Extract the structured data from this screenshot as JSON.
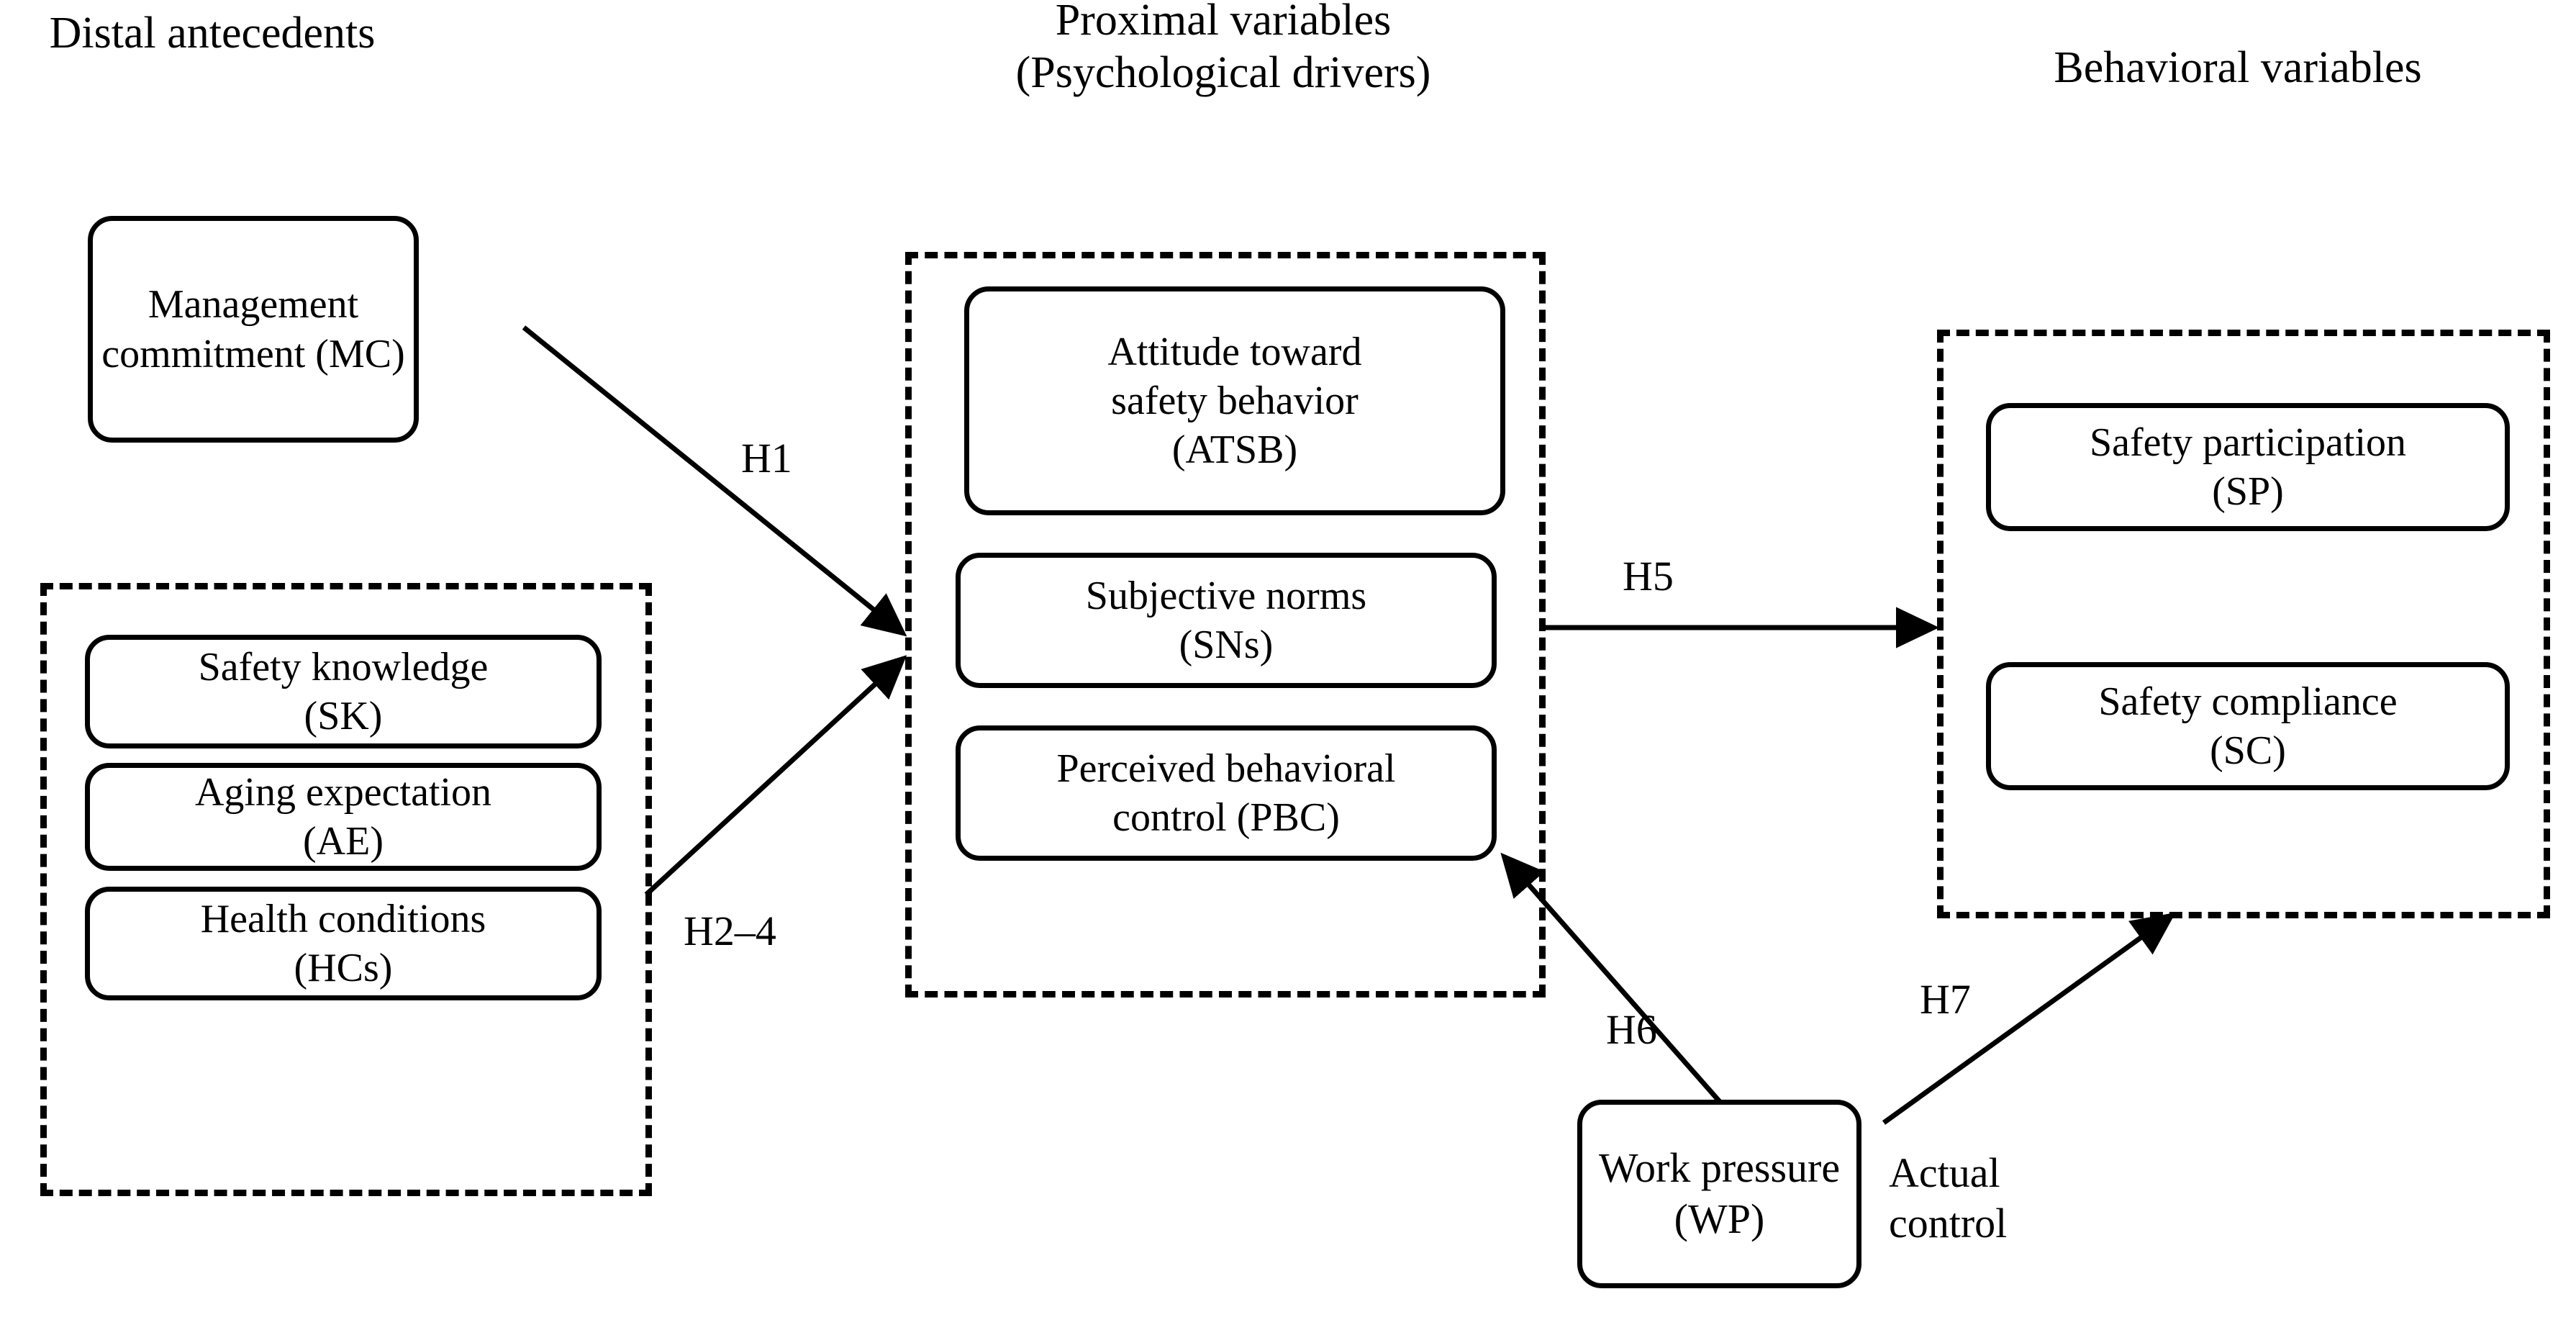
{
  "figure": {
    "type": "conceptual-research-model",
    "background": "#ffffff",
    "line_color": "#000000"
  },
  "columns": [
    {
      "key": "distal",
      "title": "Distal antecedents"
    },
    {
      "key": "proximal",
      "title": "Proximal variables\n(Psychological drivers)"
    },
    {
      "key": "behavioral",
      "title": "Behavioral variables"
    }
  ],
  "nodes": {
    "mc": {
      "label": "Management\ncommitment (MC)"
    },
    "sk": {
      "label": "Safety knowledge\n(SK)"
    },
    "ae": {
      "label": "Aging expectation\n(AE)"
    },
    "hcs": {
      "label": "Health conditions\n(HCs)"
    },
    "atsb": {
      "label": "Attitude toward\nsafety behavior\n(ATSB)"
    },
    "sns": {
      "label": "Subjective norms\n(SNs)"
    },
    "pbc": {
      "label": "Perceived behavioral\ncontrol (PBC)"
    },
    "sp": {
      "label": "Safety participation\n(SP)"
    },
    "sc": {
      "label": "Safety compliance\n(SC)"
    },
    "wp": {
      "label": "Work pressure (WP)"
    }
  },
  "annotations": {
    "actual_control": "Actual\ncontrol"
  },
  "edges": [
    {
      "id": "h1",
      "label": "H1",
      "from": "mc",
      "to": "proximal-group"
    },
    {
      "id": "h2_4",
      "label": "H2–4",
      "from": "distal-group",
      "to": "proximal-group"
    },
    {
      "id": "h5",
      "label": "H5",
      "from": "proximal-group",
      "to": "behavioral-group"
    },
    {
      "id": "h6",
      "label": "H6",
      "from": "wp",
      "to": "pbc"
    },
    {
      "id": "h7",
      "label": "H7",
      "from": "wp",
      "to": "behavioral-group"
    }
  ]
}
